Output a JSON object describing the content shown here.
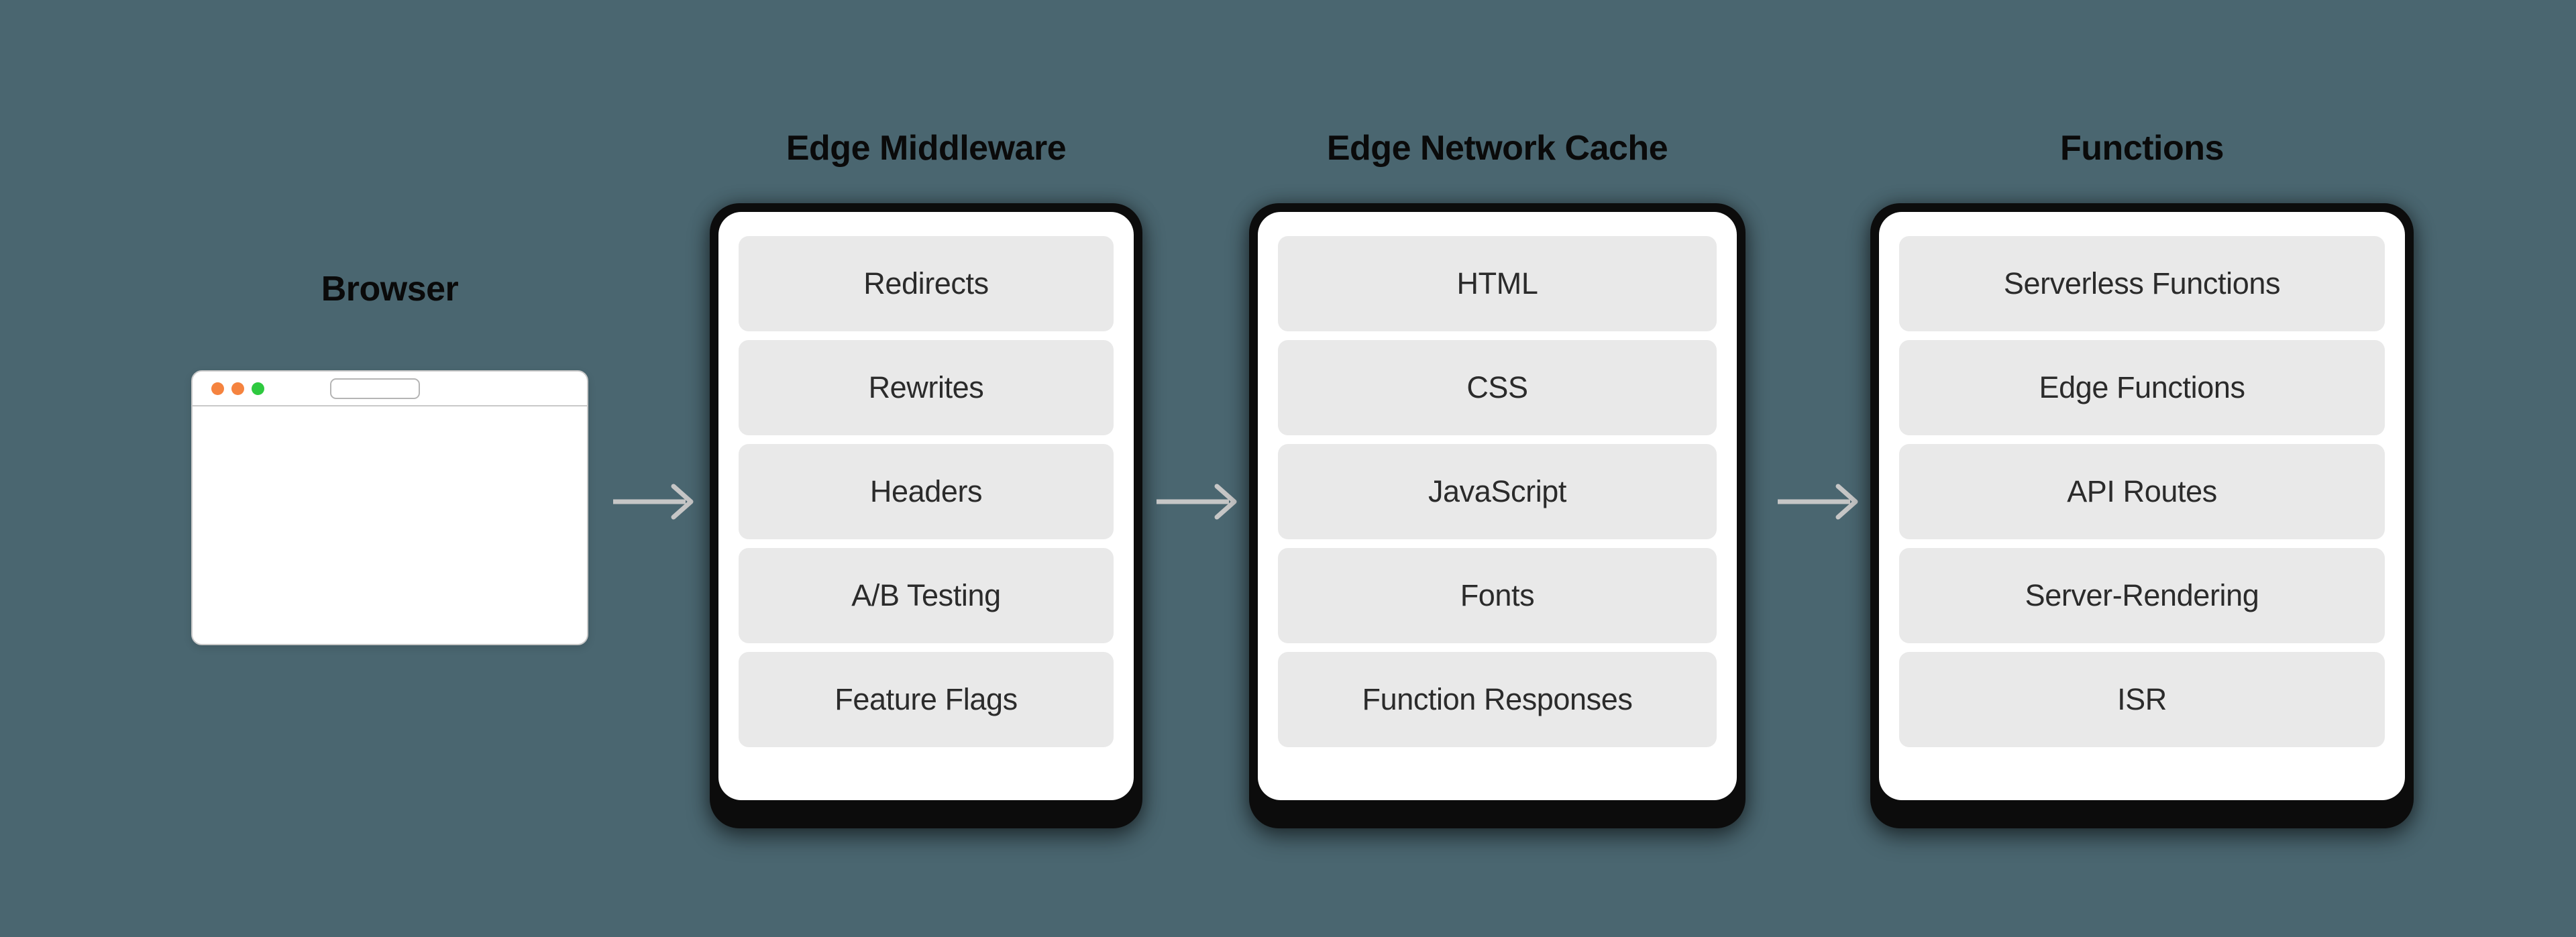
{
  "background_color": "#4a6670",
  "browser": {
    "heading": "Browser",
    "window_dots": [
      {
        "name": "close-dot",
        "color": "#f5833f"
      },
      {
        "name": "minimize-dot",
        "color": "#f5833f"
      },
      {
        "name": "maximize-dot",
        "color": "#2ec93f"
      }
    ],
    "url_bar_value": "",
    "url_bar_placeholder": ""
  },
  "arrows": [
    {
      "name": "arrow-browser-to-middleware",
      "color": "#c6c6c6"
    },
    {
      "name": "arrow-middleware-to-cache",
      "color": "#c6c6c6"
    },
    {
      "name": "arrow-cache-to-functions",
      "color": "#c6c6c6"
    }
  ],
  "stages": [
    {
      "id": "edge-middleware",
      "heading": "Edge Middleware",
      "items": [
        "Redirects",
        "Rewrites",
        "Headers",
        "A/B Testing",
        "Feature Flags"
      ]
    },
    {
      "id": "edge-network-cache",
      "heading": "Edge Network Cache",
      "items": [
        "HTML",
        "CSS",
        "JavaScript",
        "Fonts",
        "Function Responses"
      ]
    },
    {
      "id": "functions",
      "heading": "Functions",
      "items": [
        "Serverless Functions",
        "Edge Functions",
        "API Routes",
        "Server-Rendering",
        "ISR"
      ]
    }
  ],
  "colors": {
    "card_frame": "#0c0c0c",
    "card_inner": "#ffffff",
    "pill_background": "#e9e9e9",
    "pill_text": "#2b2b2b",
    "heading_text": "#0a0a0a"
  }
}
